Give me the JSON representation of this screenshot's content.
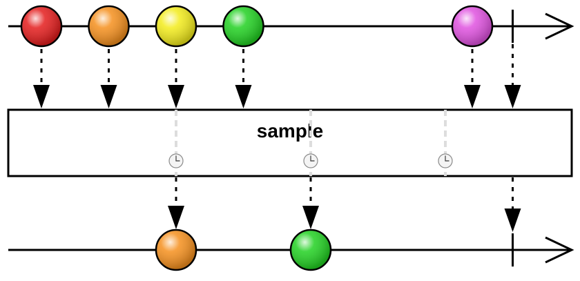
{
  "operator": {
    "label": "sample"
  },
  "colors": {
    "red": "#e41d1d",
    "orange": "#f5901e",
    "yellow": "#f3ec1c",
    "green": "#22d122",
    "magenta": "#e052e0",
    "sample_clock": "#bdbdbd"
  },
  "source": {
    "emissions": [
      {
        "t": 1,
        "color": "red"
      },
      {
        "t": 2,
        "color": "orange"
      },
      {
        "t": 3,
        "color": "yellow"
      },
      {
        "t": 4,
        "color": "green"
      },
      {
        "t": 7.4,
        "color": "magenta"
      }
    ],
    "completes_at": 8
  },
  "sampler": {
    "ticks": [
      3,
      5,
      7
    ]
  },
  "output": {
    "emissions": [
      {
        "t": 3,
        "color": "orange"
      },
      {
        "t": 5,
        "color": "green"
      }
    ],
    "completes_at": 8
  },
  "icons": {
    "sampler_tick": "clock-icon",
    "marble": "marble-icon"
  }
}
